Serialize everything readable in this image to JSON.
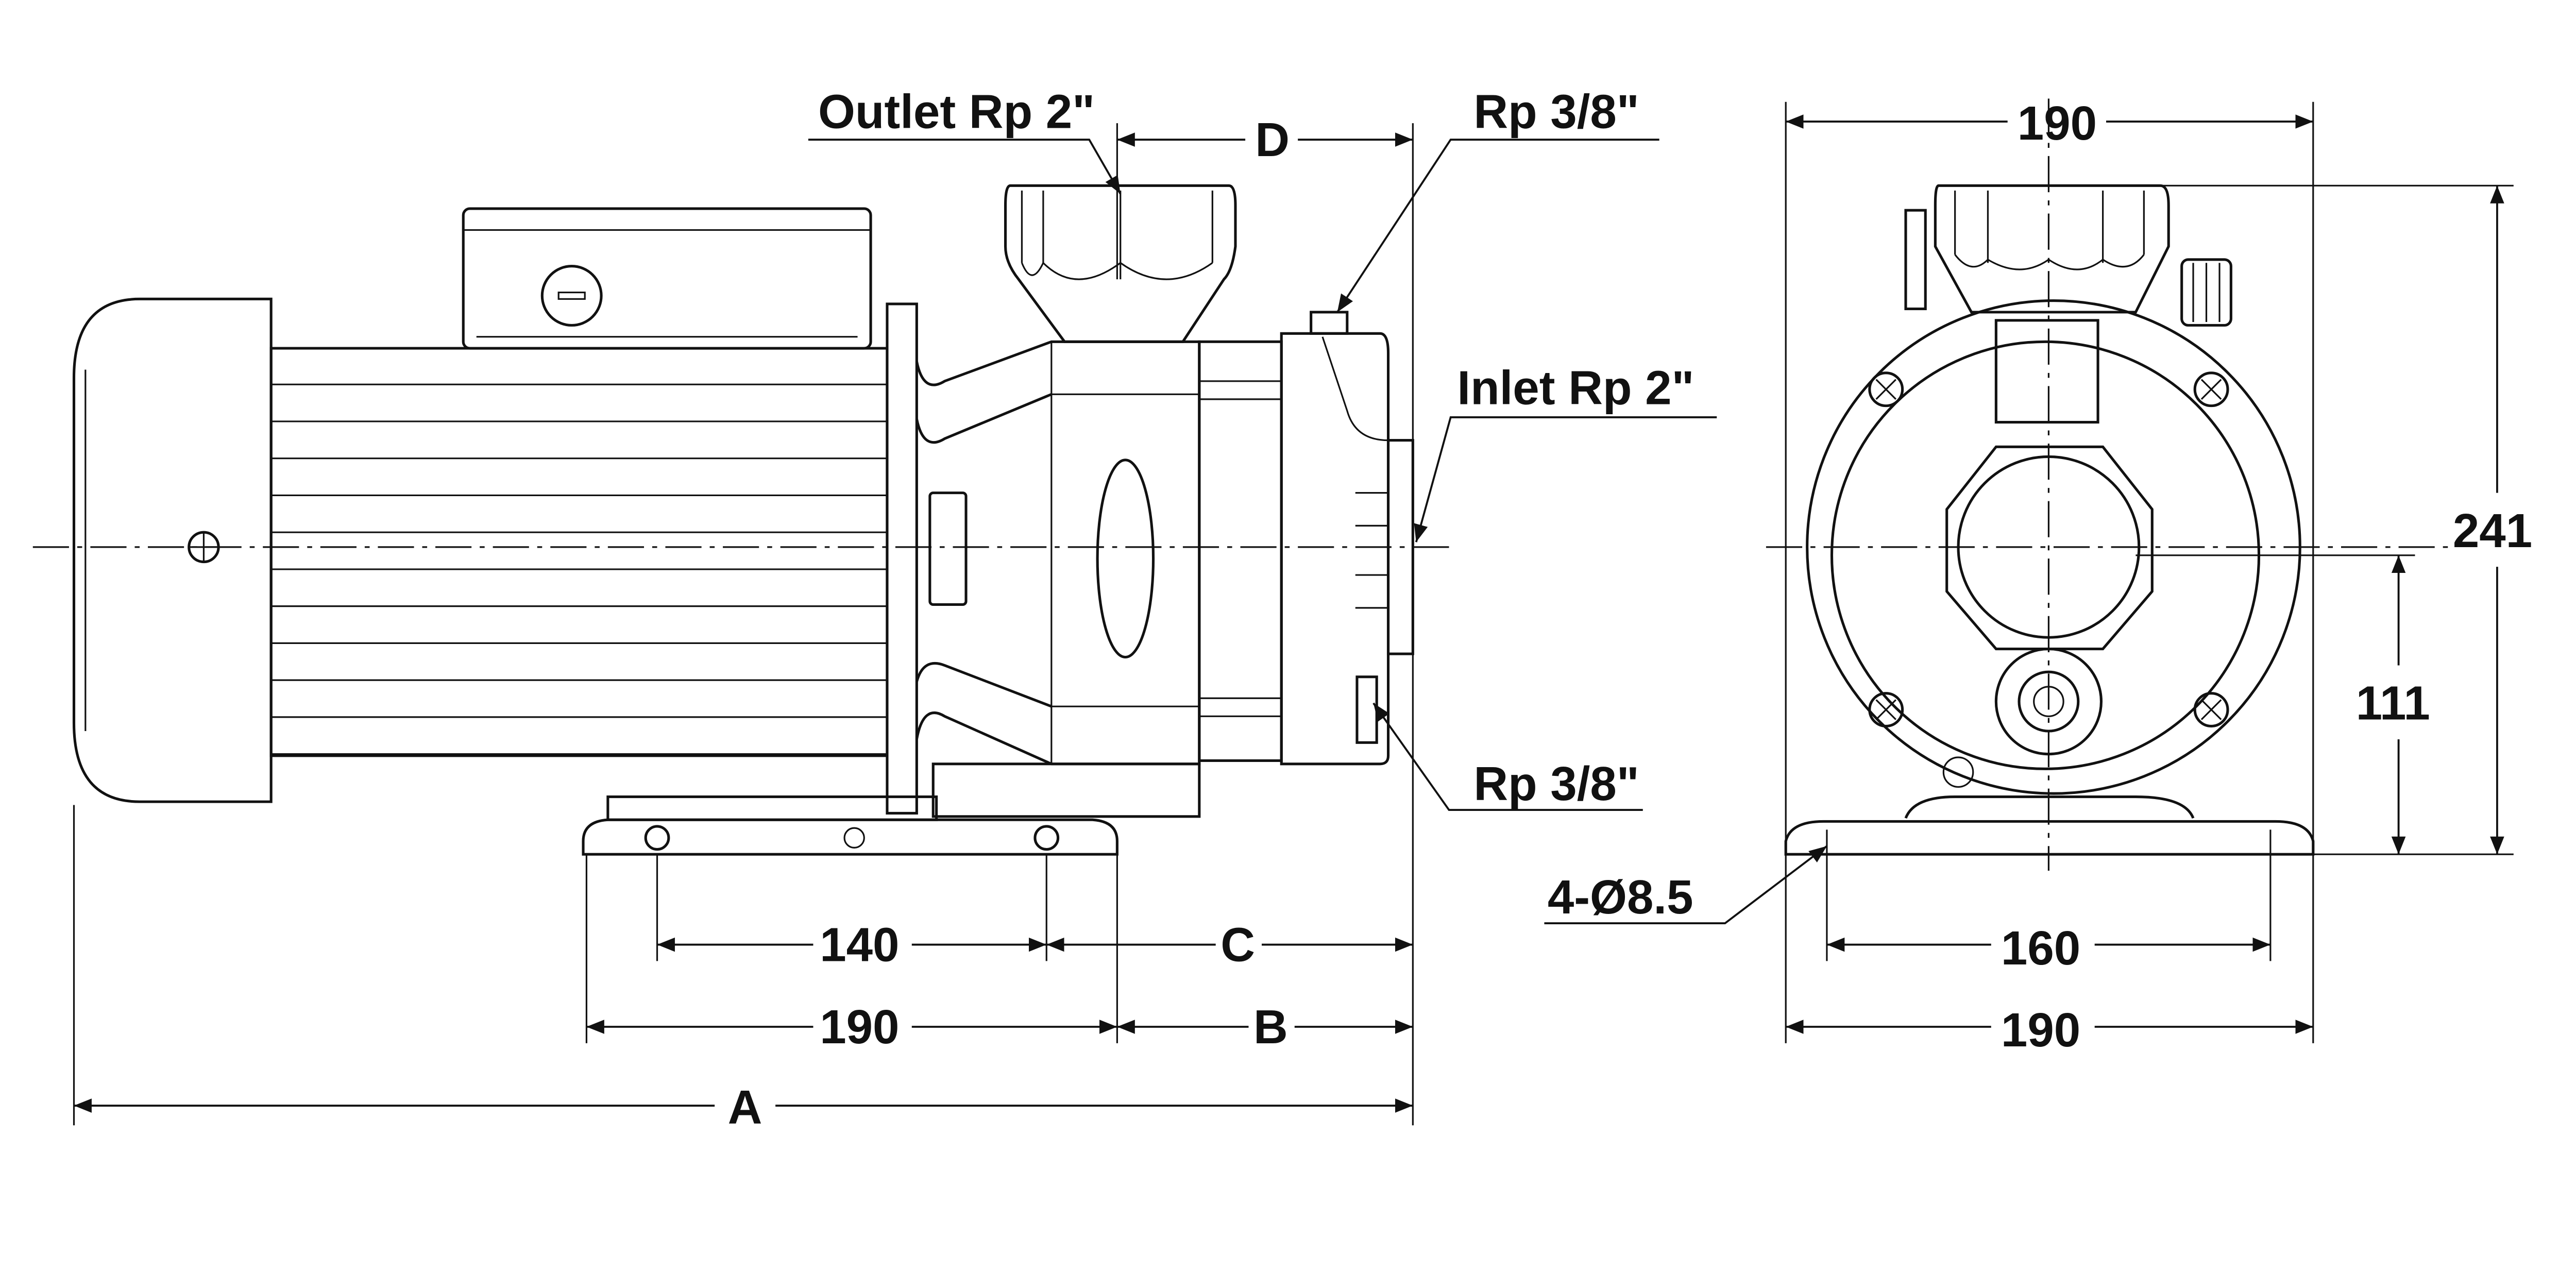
{
  "side_view": {
    "outlet_label": "Outlet Rp 2\"",
    "dim_d": "D",
    "top_port_label": "Rp 3/8\"",
    "inlet_label": "Inlet Rp 2\"",
    "bottom_port_label": "Rp 3/8\"",
    "dim_140": "140",
    "dim_c": "C",
    "dim_190": "190",
    "dim_b": "B",
    "dim_a": "A"
  },
  "front_view": {
    "dim_width_top": "190",
    "dim_height": "241",
    "dim_axis_height": "111",
    "holes_label": "4-Ø8.5",
    "dim_hole_spacing": "160",
    "dim_width_bottom": "190"
  }
}
